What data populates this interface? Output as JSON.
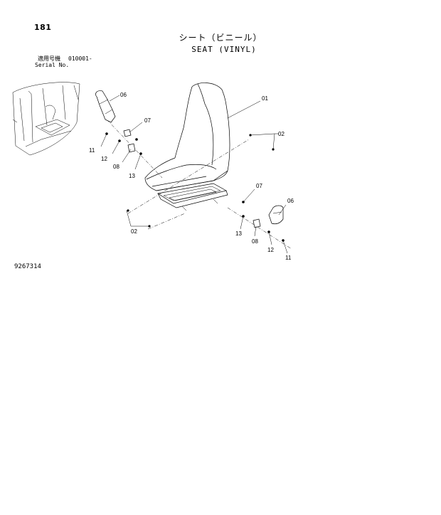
{
  "page_number": "181",
  "title_jp": "シート（ビニール）",
  "title_en": "SEAT (VINYL)",
  "serial": {
    "label_jp": "適用号機",
    "range": "010001-",
    "label_en": "Serial No."
  },
  "drawing_number": "9267314",
  "callouts": {
    "seat": "01",
    "bolt_front_right": "02",
    "bolt_front_left": "02",
    "lever_left": "06",
    "lever_right": "06",
    "pin_left": "07",
    "pin_right": "07",
    "bracket_left": "08",
    "bracket_right": "08",
    "screw_left": "11",
    "screw_right": "11",
    "washer_left": "12",
    "washer_right": "12",
    "nut_left": "13",
    "nut_right": "13"
  }
}
